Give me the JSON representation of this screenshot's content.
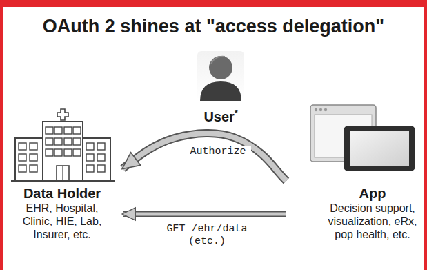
{
  "diagram": {
    "title": "OAuth 2 shines at \"access delegation\"",
    "nodes": [
      {
        "text": [
          "User",
          "*"
        ]
      },
      {
        "text": [
          "Data Holder",
          "EHR, Hospital, Clinic, HIE, Lab, Insurer, etc."
        ]
      },
      {
        "text": [
          "App",
          "Decision support, visualization, eRx, pop health, etc."
        ]
      }
    ],
    "edges": [
      {
        "from": 2,
        "to": 1,
        "arrow": "to",
        "label": "Authorize"
      },
      {
        "from": 2,
        "to": 1,
        "arrow": "to",
        "label": "GET /ehr/data (etc.)"
      }
    ]
  }
}
